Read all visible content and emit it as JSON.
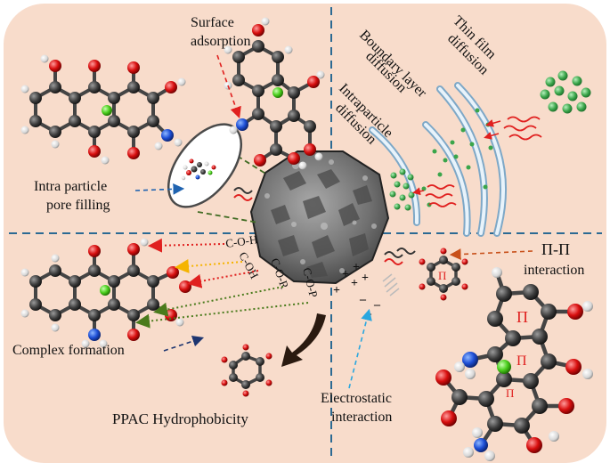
{
  "labels": {
    "surface_adsorption": [
      "Surface",
      "adsorption"
    ],
    "intra_particle_pore_filling": [
      "Intra particle",
      "pore filling"
    ],
    "boundary_layer_diffusion": [
      "Boundary layer",
      "diffusion"
    ],
    "thin_film_diffusion": [
      "Thin film",
      "diffusion"
    ],
    "intraparticle_diffusion": [
      "Intraparticle",
      "diffusion"
    ],
    "pi_pi_interaction": [
      "Π-Π",
      "interaction"
    ],
    "complex_formation": "Complex  formation",
    "electrostatic_interaction": [
      "Electrostatic",
      "interaction"
    ],
    "ppac_hydrophobicity": "PPAC Hydrophobicity"
  },
  "functional_groups": [
    "C-O-H",
    "C-OH",
    "C-O-R",
    "C-O-P"
  ],
  "ring_symbol": "Π",
  "charges": {
    "plus": [
      "+",
      "+",
      "+",
      "+",
      "+"
    ],
    "minus": [
      "–",
      "–",
      "–"
    ]
  },
  "colors": {
    "panel_bg": "#f8dccb",
    "divider": "#2c6a93",
    "red_arrow": "#e0201f",
    "yellow_arrow": "#f5b400",
    "green_arrow": "#4a7b1c",
    "blue_arrow": "#1f63b0",
    "orange_arrow": "#c8501a",
    "navy_arrow": "#1d3570",
    "cyan_arrow": "#2aa7df",
    "particle_green": "#3aa54a",
    "shell_blue": "#a9cde6"
  }
}
